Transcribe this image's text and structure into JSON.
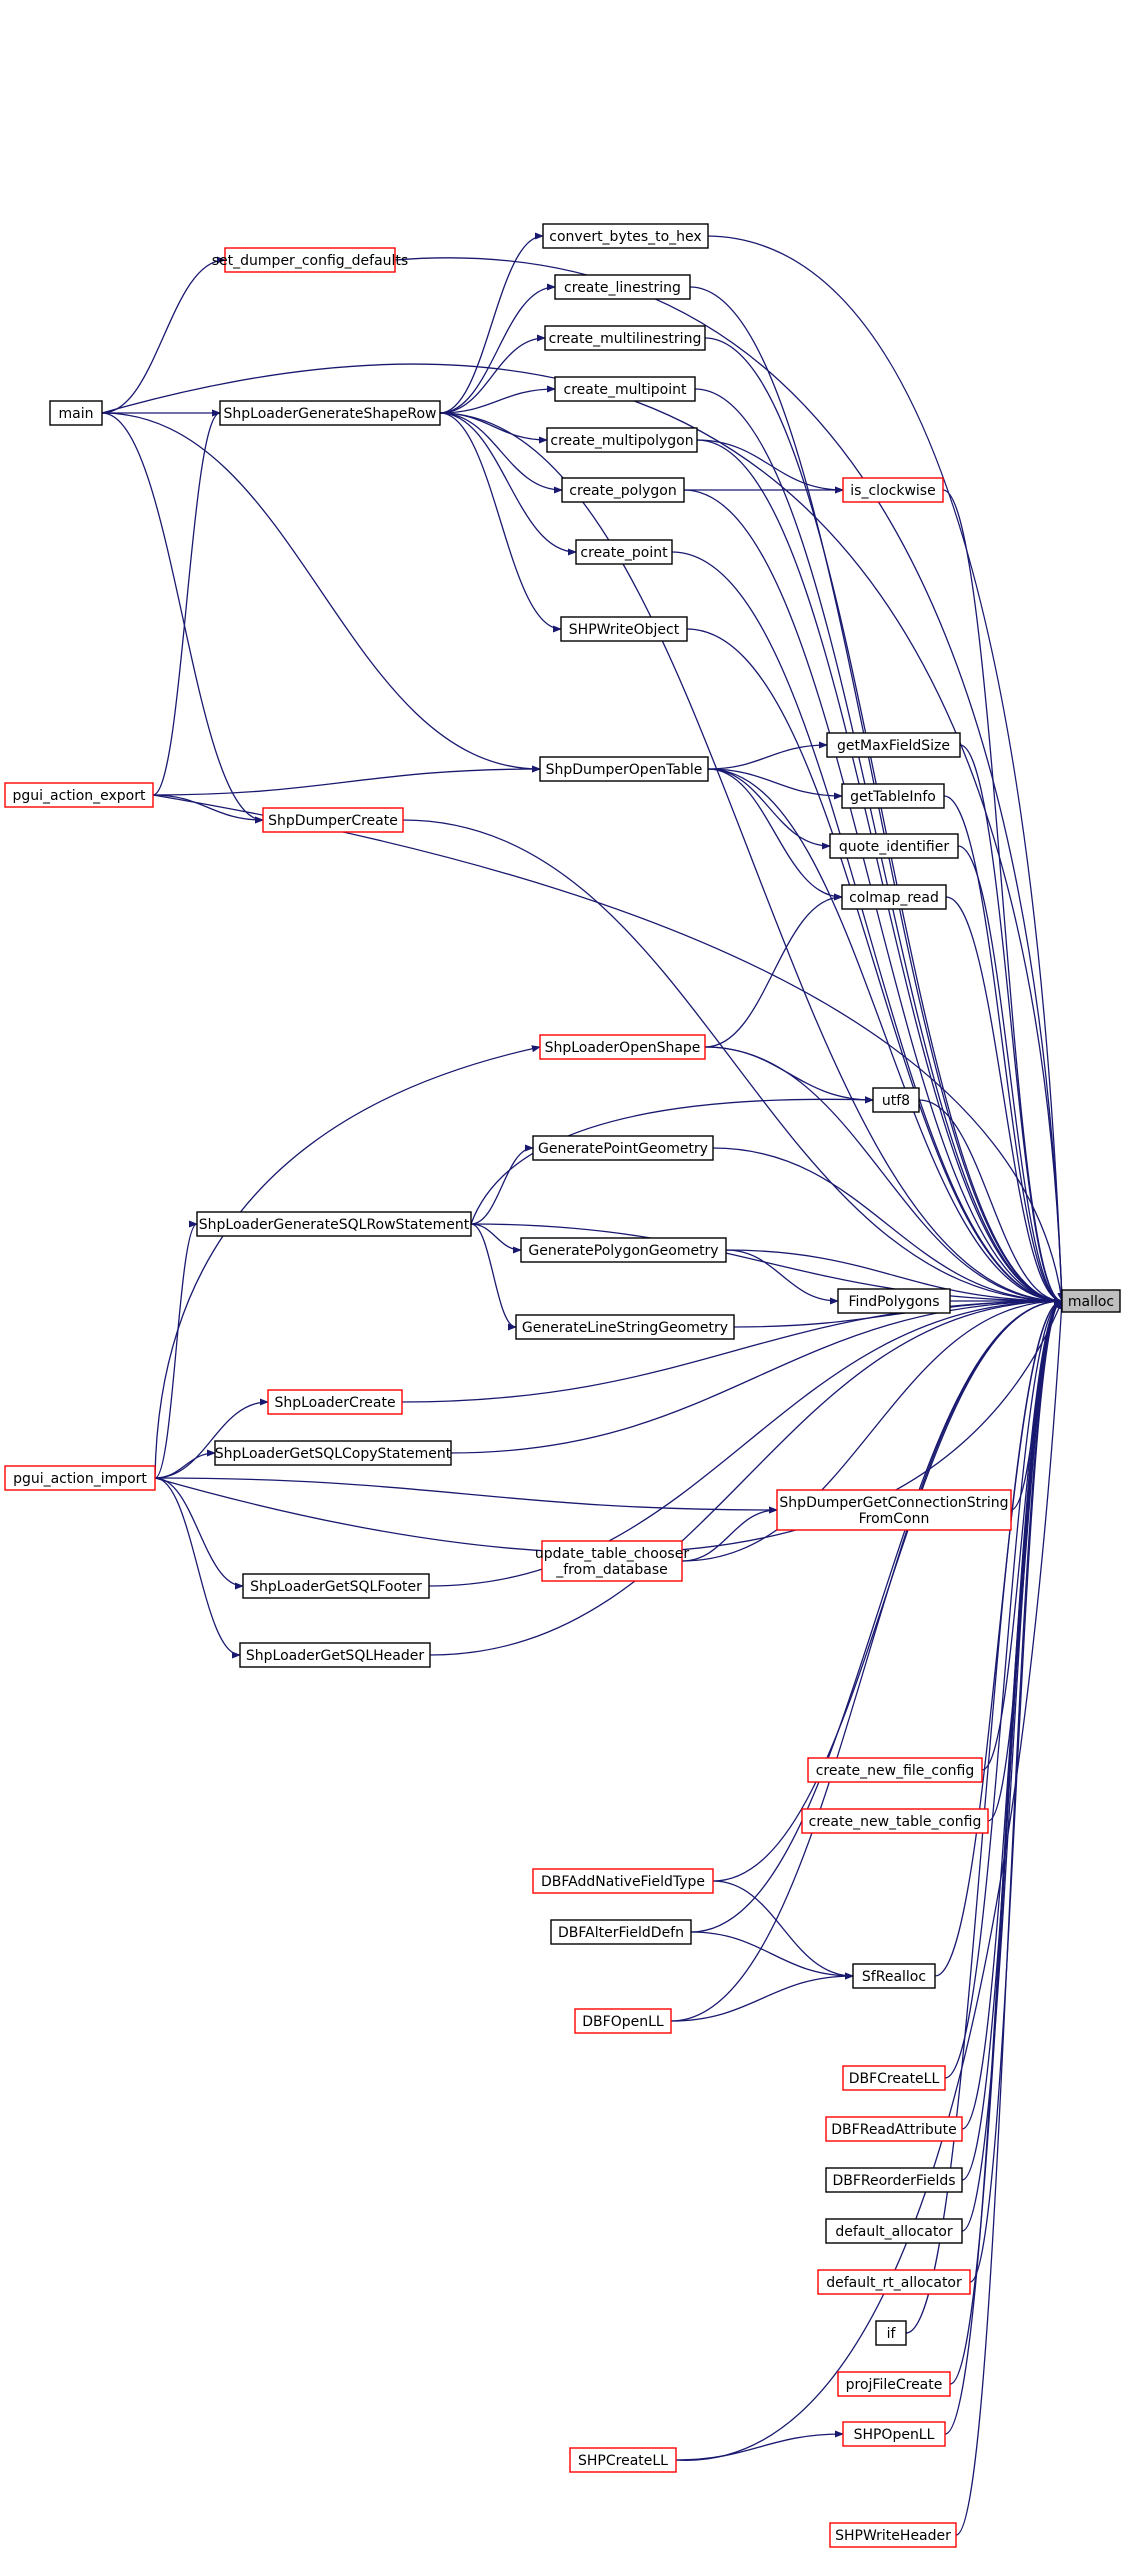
{
  "graph_title": "",
  "colors": {
    "edge": "#191970",
    "node_border_default": "#000000",
    "node_border_truncated": "#ff0000",
    "highlight_fill": "#bfbfbf"
  },
  "nodes": [
    {
      "id": "malloc",
      "label": "malloc",
      "highlight": true
    },
    {
      "id": "main",
      "label": "main"
    },
    {
      "id": "set_dumper_config_defaults",
      "label": "set_dumper_config_defaults",
      "truncated": true
    },
    {
      "id": "ShpLoaderGenerateShapeRow",
      "label": "ShpLoaderGenerateShapeRow"
    },
    {
      "id": "convert_bytes_to_hex",
      "label": "convert_bytes_to_hex"
    },
    {
      "id": "create_linestring",
      "label": "create_linestring"
    },
    {
      "id": "create_multilinestring",
      "label": "create_multilinestring"
    },
    {
      "id": "create_multipoint",
      "label": "create_multipoint"
    },
    {
      "id": "create_multipolygon",
      "label": "create_multipolygon"
    },
    {
      "id": "create_polygon",
      "label": "create_polygon"
    },
    {
      "id": "is_clockwise",
      "label": "is_clockwise",
      "truncated": true
    },
    {
      "id": "create_point",
      "label": "create_point"
    },
    {
      "id": "SHPWriteObject",
      "label": "SHPWriteObject"
    },
    {
      "id": "pgui_action_export",
      "label": "pgui_action_export",
      "truncated": true
    },
    {
      "id": "ShpDumperOpenTable",
      "label": "ShpDumperOpenTable"
    },
    {
      "id": "ShpDumperCreate",
      "label": "ShpDumperCreate",
      "truncated": true
    },
    {
      "id": "getMaxFieldSize",
      "label": "getMaxFieldSize"
    },
    {
      "id": "getTableInfo",
      "label": "getTableInfo"
    },
    {
      "id": "quote_identifier",
      "label": "quote_identifier"
    },
    {
      "id": "colmap_read",
      "label": "colmap_read"
    },
    {
      "id": "ShpLoaderOpenShape",
      "label": "ShpLoaderOpenShape",
      "truncated": true
    },
    {
      "id": "utf8",
      "label": "utf8"
    },
    {
      "id": "GeneratePointGeometry",
      "label": "GeneratePointGeometry"
    },
    {
      "id": "ShpLoaderGenerateSQLRowStatement",
      "label": "ShpLoaderGenerateSQLRowStatement"
    },
    {
      "id": "GeneratePolygonGeometry",
      "label": "GeneratePolygonGeometry"
    },
    {
      "id": "FindPolygons",
      "label": "FindPolygons"
    },
    {
      "id": "GenerateLineStringGeometry",
      "label": "GenerateLineStringGeometry"
    },
    {
      "id": "ShpLoaderCreate",
      "label": "ShpLoaderCreate",
      "truncated": true
    },
    {
      "id": "ShpLoaderGetSQLCopyStatement",
      "label": "ShpLoaderGetSQLCopyStatement"
    },
    {
      "id": "pgui_action_import",
      "label": "pgui_action_import",
      "truncated": true
    },
    {
      "id": "ShpDumperGetConnectionStringFromConn",
      "label": "ShpDumperGetConnectionString\nFromConn",
      "truncated": true
    },
    {
      "id": "update_table_chooser_from_database",
      "label": "update_table_chooser\n_from_database",
      "truncated": true
    },
    {
      "id": "ShpLoaderGetSQLFooter",
      "label": "ShpLoaderGetSQLFooter"
    },
    {
      "id": "ShpLoaderGetSQLHeader",
      "label": "ShpLoaderGetSQLHeader"
    },
    {
      "id": "create_new_file_config",
      "label": "create_new_file_config",
      "truncated": true
    },
    {
      "id": "create_new_table_config",
      "label": "create_new_table_config",
      "truncated": true
    },
    {
      "id": "DBFAddNativeFieldType",
      "label": "DBFAddNativeFieldType",
      "truncated": true
    },
    {
      "id": "DBFAlterFieldDefn",
      "label": "DBFAlterFieldDefn"
    },
    {
      "id": "SfRealloc",
      "label": "SfRealloc"
    },
    {
      "id": "DBFOpenLL",
      "label": "DBFOpenLL",
      "truncated": true
    },
    {
      "id": "DBFCreateLL",
      "label": "DBFCreateLL",
      "truncated": true
    },
    {
      "id": "DBFReadAttribute",
      "label": "DBFReadAttribute",
      "truncated": true
    },
    {
      "id": "DBFReorderFields",
      "label": "DBFReorderFields"
    },
    {
      "id": "default_allocator",
      "label": "default_allocator"
    },
    {
      "id": "default_rt_allocator",
      "label": "default_rt_allocator",
      "truncated": true
    },
    {
      "id": "if",
      "label": "if"
    },
    {
      "id": "projFileCreate",
      "label": "projFileCreate",
      "truncated": true
    },
    {
      "id": "SHPOpenLL",
      "label": "SHPOpenLL",
      "truncated": true
    },
    {
      "id": "SHPCreateLL",
      "label": "SHPCreateLL",
      "truncated": true
    },
    {
      "id": "SHPWriteHeader",
      "label": "SHPWriteHeader",
      "truncated": true
    }
  ],
  "edges": [
    {
      "from": "main",
      "to": "malloc"
    },
    {
      "from": "main",
      "to": "set_dumper_config_defaults"
    },
    {
      "from": "main",
      "to": "ShpLoaderGenerateShapeRow"
    },
    {
      "from": "main",
      "to": "ShpDumperOpenTable"
    },
    {
      "from": "main",
      "to": "ShpDumperCreate"
    },
    {
      "from": "set_dumper_config_defaults",
      "to": "malloc"
    },
    {
      "from": "ShpLoaderGenerateShapeRow",
      "to": "malloc"
    },
    {
      "from": "ShpLoaderGenerateShapeRow",
      "to": "convert_bytes_to_hex"
    },
    {
      "from": "ShpLoaderGenerateShapeRow",
      "to": "create_linestring"
    },
    {
      "from": "ShpLoaderGenerateShapeRow",
      "to": "create_multilinestring"
    },
    {
      "from": "ShpLoaderGenerateShapeRow",
      "to": "create_multipoint"
    },
    {
      "from": "ShpLoaderGenerateShapeRow",
      "to": "create_multipolygon"
    },
    {
      "from": "ShpLoaderGenerateShapeRow",
      "to": "create_polygon"
    },
    {
      "from": "ShpLoaderGenerateShapeRow",
      "to": "create_point"
    },
    {
      "from": "ShpLoaderGenerateShapeRow",
      "to": "SHPWriteObject"
    },
    {
      "from": "convert_bytes_to_hex",
      "to": "malloc"
    },
    {
      "from": "create_linestring",
      "to": "malloc"
    },
    {
      "from": "create_multilinestring",
      "to": "malloc"
    },
    {
      "from": "create_multipoint",
      "to": "malloc"
    },
    {
      "from": "create_multipolygon",
      "to": "malloc"
    },
    {
      "from": "create_multipolygon",
      "to": "is_clockwise"
    },
    {
      "from": "create_polygon",
      "to": "malloc"
    },
    {
      "from": "create_polygon",
      "to": "is_clockwise"
    },
    {
      "from": "is_clockwise",
      "to": "malloc"
    },
    {
      "from": "create_point",
      "to": "malloc"
    },
    {
      "from": "SHPWriteObject",
      "to": "malloc"
    },
    {
      "from": "pgui_action_export",
      "to": "ShpLoaderGenerateShapeRow"
    },
    {
      "from": "pgui_action_export",
      "to": "ShpDumperOpenTable"
    },
    {
      "from": "pgui_action_export",
      "to": "ShpDumperCreate"
    },
    {
      "from": "pgui_action_export",
      "to": "malloc"
    },
    {
      "from": "ShpDumperOpenTable",
      "to": "malloc"
    },
    {
      "from": "ShpDumperOpenTable",
      "to": "getMaxFieldSize"
    },
    {
      "from": "ShpDumperOpenTable",
      "to": "getTableInfo"
    },
    {
      "from": "ShpDumperOpenTable",
      "to": "quote_identifier"
    },
    {
      "from": "ShpDumperOpenTable",
      "to": "colmap_read"
    },
    {
      "from": "ShpDumperCreate",
      "to": "malloc"
    },
    {
      "from": "getMaxFieldSize",
      "to": "malloc"
    },
    {
      "from": "getTableInfo",
      "to": "malloc"
    },
    {
      "from": "quote_identifier",
      "to": "malloc"
    },
    {
      "from": "colmap_read",
      "to": "malloc"
    },
    {
      "from": "ShpLoaderOpenShape",
      "to": "colmap_read"
    },
    {
      "from": "ShpLoaderOpenShape",
      "to": "malloc"
    },
    {
      "from": "ShpLoaderOpenShape",
      "to": "utf8"
    },
    {
      "from": "utf8",
      "to": "malloc"
    },
    {
      "from": "GeneratePointGeometry",
      "to": "malloc"
    },
    {
      "from": "ShpLoaderGenerateSQLRowStatement",
      "to": "utf8"
    },
    {
      "from": "ShpLoaderGenerateSQLRowStatement",
      "to": "GeneratePointGeometry"
    },
    {
      "from": "ShpLoaderGenerateSQLRowStatement",
      "to": "malloc"
    },
    {
      "from": "ShpLoaderGenerateSQLRowStatement",
      "to": "GeneratePolygonGeometry"
    },
    {
      "from": "ShpLoaderGenerateSQLRowStatement",
      "to": "GenerateLineStringGeometry"
    },
    {
      "from": "GeneratePolygonGeometry",
      "to": "malloc"
    },
    {
      "from": "GeneratePolygonGeometry",
      "to": "FindPolygons"
    },
    {
      "from": "FindPolygons",
      "to": "malloc"
    },
    {
      "from": "GenerateLineStringGeometry",
      "to": "malloc"
    },
    {
      "from": "ShpLoaderCreate",
      "to": "malloc"
    },
    {
      "from": "ShpLoaderGetSQLCopyStatement",
      "to": "malloc"
    },
    {
      "from": "pgui_action_import",
      "to": "ShpLoaderOpenShape"
    },
    {
      "from": "pgui_action_import",
      "to": "ShpLoaderGenerateSQLRowStatement"
    },
    {
      "from": "pgui_action_import",
      "to": "ShpLoaderCreate"
    },
    {
      "from": "pgui_action_import",
      "to": "ShpLoaderGetSQLCopyStatement"
    },
    {
      "from": "pgui_action_import",
      "to": "ShpDumperGetConnectionStringFromConn"
    },
    {
      "from": "pgui_action_import",
      "to": "ShpLoaderGetSQLFooter"
    },
    {
      "from": "pgui_action_import",
      "to": "ShpLoaderGetSQLHeader"
    },
    {
      "from": "pgui_action_import",
      "to": "malloc"
    },
    {
      "from": "ShpDumperGetConnectionStringFromConn",
      "to": "malloc"
    },
    {
      "from": "update_table_chooser_from_database",
      "to": "ShpDumperGetConnectionStringFromConn"
    },
    {
      "from": "update_table_chooser_from_database",
      "to": "malloc"
    },
    {
      "from": "ShpLoaderGetSQLFooter",
      "to": "malloc"
    },
    {
      "from": "ShpLoaderGetSQLHeader",
      "to": "malloc"
    },
    {
      "from": "create_new_file_config",
      "to": "malloc"
    },
    {
      "from": "create_new_table_config",
      "to": "malloc"
    },
    {
      "from": "DBFAddNativeFieldType",
      "to": "malloc"
    },
    {
      "from": "DBFAddNativeFieldType",
      "to": "SfRealloc"
    },
    {
      "from": "DBFAlterFieldDefn",
      "to": "malloc"
    },
    {
      "from": "DBFAlterFieldDefn",
      "to": "SfRealloc"
    },
    {
      "from": "SfRealloc",
      "to": "malloc"
    },
    {
      "from": "DBFOpenLL",
      "to": "malloc"
    },
    {
      "from": "DBFOpenLL",
      "to": "SfRealloc"
    },
    {
      "from": "DBFCreateLL",
      "to": "malloc"
    },
    {
      "from": "DBFReadAttribute",
      "to": "malloc"
    },
    {
      "from": "DBFReorderFields",
      "to": "malloc"
    },
    {
      "from": "default_allocator",
      "to": "malloc"
    },
    {
      "from": "default_rt_allocator",
      "to": "malloc"
    },
    {
      "from": "if",
      "to": "malloc"
    },
    {
      "from": "projFileCreate",
      "to": "malloc"
    },
    {
      "from": "SHPOpenLL",
      "to": "malloc"
    },
    {
      "from": "SHPCreateLL",
      "to": "SHPOpenLL"
    },
    {
      "from": "SHPCreateLL",
      "to": "malloc"
    },
    {
      "from": "SHPWriteHeader",
      "to": "malloc"
    }
  ]
}
